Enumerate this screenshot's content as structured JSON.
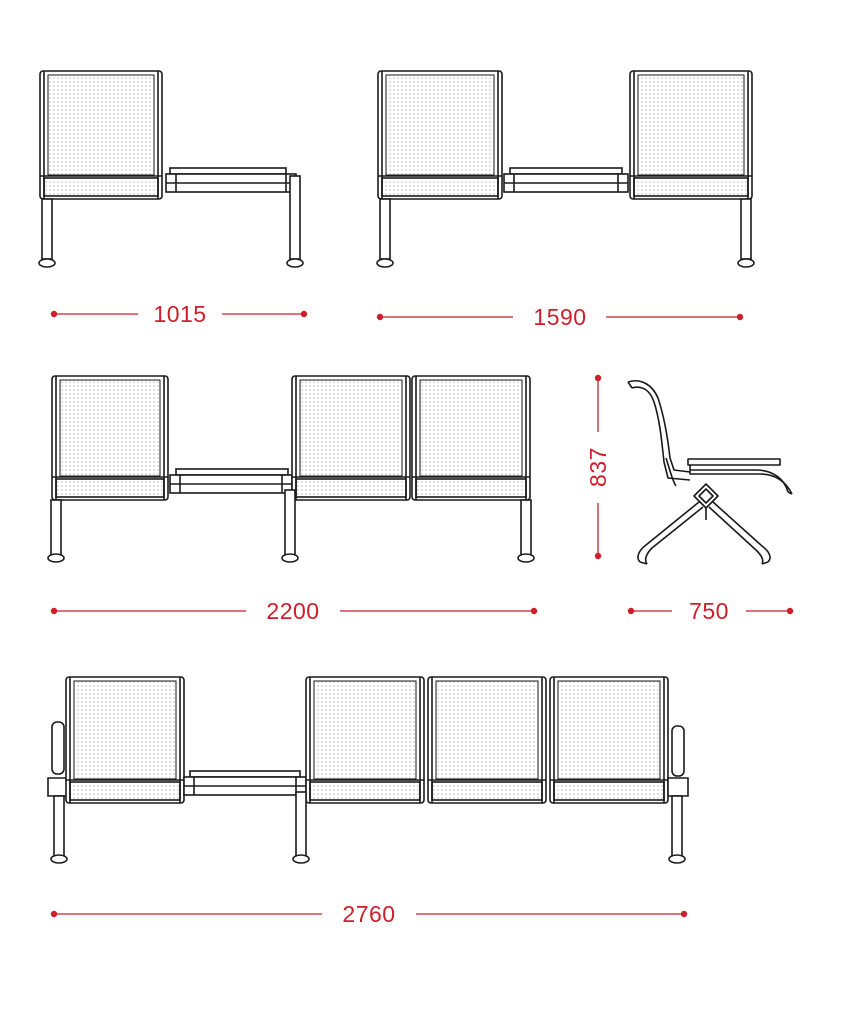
{
  "colors": {
    "line": "#1a1a1a",
    "dimension": "#cc1f2b",
    "seat_fill": "#ffffff",
    "perforation": "#b5b5b5"
  },
  "dimensions": {
    "width_1015": "1015",
    "width_1590": "1590",
    "width_2200": "2200",
    "height_837": "837",
    "depth_750": "750",
    "width_2760": "2760"
  }
}
